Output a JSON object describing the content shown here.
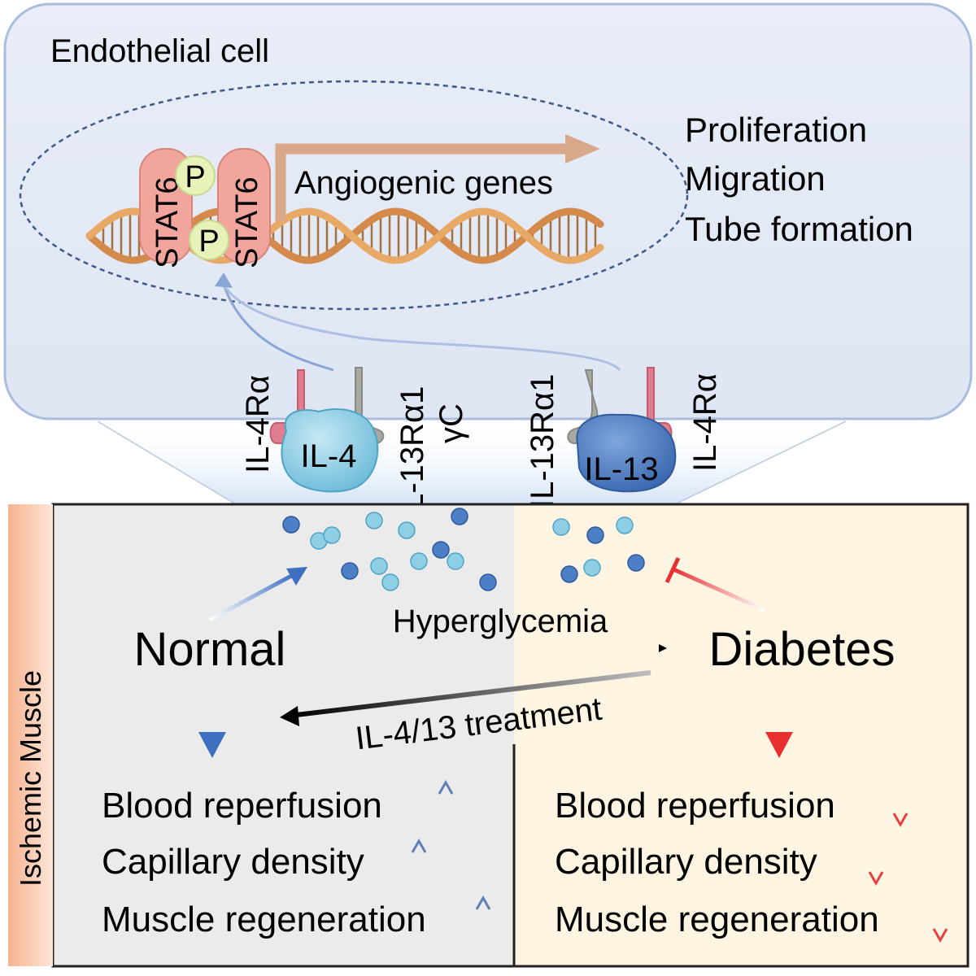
{
  "cell": {
    "title": "Endothelial cell",
    "outcomes": [
      "Proliferation",
      "Migration",
      "Tube formation"
    ]
  },
  "nucleus": {
    "stat_label": "STAT6",
    "phospho_label": "P",
    "gene_label": "Angiogenic genes"
  },
  "receptors": {
    "il4ra": "IL-4Rα",
    "il13ra1": "IL-13Rα1",
    "gamma_c": "γC"
  },
  "ligands": {
    "il4": "IL-4",
    "il13": "IL-13"
  },
  "muscle": {
    "side_label": "Ischemic Muscle",
    "normal": "Normal",
    "diabetes": "Diabetes",
    "hyperglycemia": "Hyperglycemia",
    "treatment": "IL-4/13 treatment"
  },
  "outcomes_normal": [
    "Blood reperfusion",
    "Capillary density",
    "Muscle regeneration"
  ],
  "outcomes_diabetes": [
    "Blood reperfusion",
    "Capillary density",
    "Muscle regeneration"
  ],
  "colors": {
    "cell_fill": "#e4eaf5",
    "cell_border": "#aabddf",
    "normal_bg": "#ebebeb",
    "diabetes_bg": "#fdf4e2",
    "il4": "#8fcfe6",
    "il13": "#4d7fc6",
    "stat6": "#f2a59c",
    "phospho": "#e6f2b8",
    "dna": "#c98a4e",
    "up_arrow": "#6f8fc4",
    "down_arrow": "#e8433a",
    "il4ra": "#e07d8f",
    "il13ra1": "#a6aaa0"
  },
  "icons": {
    "up": "up-arrow-icon",
    "down": "down-arrow-icon"
  }
}
